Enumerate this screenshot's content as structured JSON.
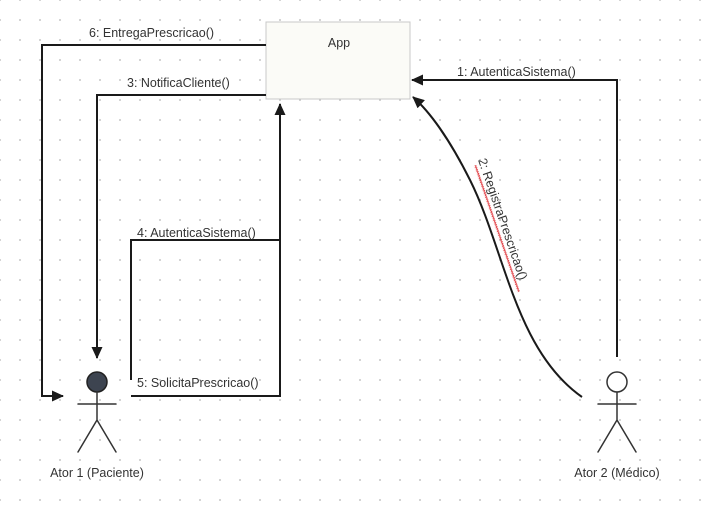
{
  "box": {
    "label": "App"
  },
  "actors": [
    {
      "label": "Ator 1 (Paciente)",
      "head": "filled"
    },
    {
      "label": "Ator 2 (Médico)",
      "head": "outline"
    }
  ],
  "messages": [
    {
      "text": "1: AutenticaSistema()"
    },
    {
      "text": "2: RegistraPrescricao()"
    },
    {
      "text": "3: NotificaCliente()"
    },
    {
      "text": "4: AutenticaSistema()"
    },
    {
      "text": "5: SolicitaPrescricao()"
    },
    {
      "text": "6: EntregaPrescricao()"
    }
  ],
  "colors": {
    "line": "#1a1a1a",
    "box_fill": "#fbfbf7",
    "box_stroke": "#c8c8c8",
    "actor1_head": "#3d4450",
    "spellcheck": "#e0383e"
  }
}
